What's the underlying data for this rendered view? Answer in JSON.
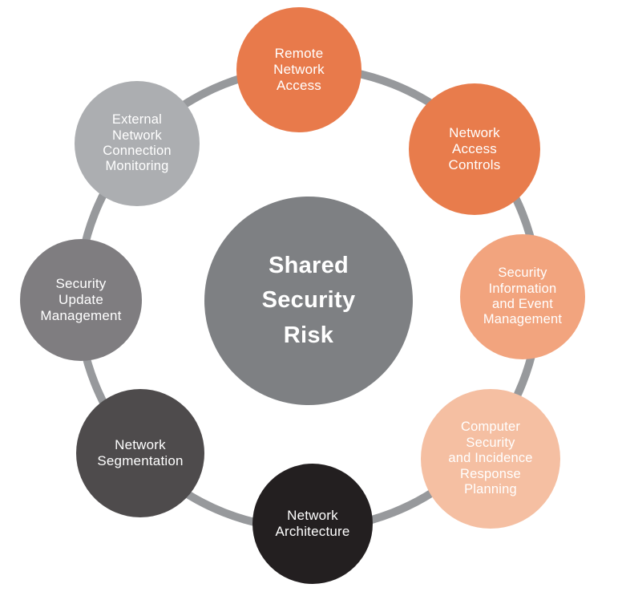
{
  "diagram": {
    "title": "Shared Security Risk",
    "center": {
      "label": "Shared\nSecurity\nRisk",
      "color": "#7E8083"
    },
    "ring_color": "#97999C",
    "text_color": "#FFFFFF",
    "background_color": "#FFFFFF",
    "nodes": [
      {
        "id": "remote-network-access",
        "label": "Remote\nNetwork\nAccess",
        "color": "#E87A4B"
      },
      {
        "id": "network-access-controls",
        "label": "Network\nAccess\nControls",
        "color": "#E87C4C"
      },
      {
        "id": "security-information-event",
        "label": "Security\nInformation\nand Event\nManagement",
        "color": "#F2A47E"
      },
      {
        "id": "computer-security-response",
        "label": "Computer\nSecurity\nand Incidence\nResponse\nPlanning",
        "color": "#F5BFA2"
      },
      {
        "id": "network-architecture",
        "label": "Network\nArchitecture",
        "color": "#231F20"
      },
      {
        "id": "network-segmentation",
        "label": "Network\nSegmentation",
        "color": "#4E4B4C"
      },
      {
        "id": "security-update-management",
        "label": "Security\nUpdate\nManagement",
        "color": "#7F7D80"
      },
      {
        "id": "external-network-monitoring",
        "label": "External\nNetwork\nConnection\nMonitoring",
        "color": "#ACAEB1"
      }
    ]
  }
}
